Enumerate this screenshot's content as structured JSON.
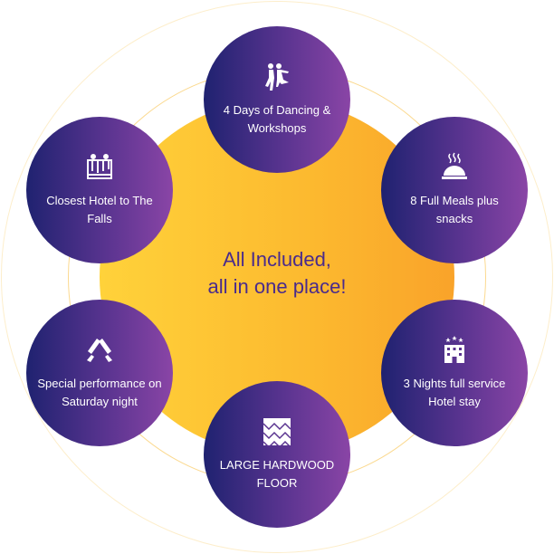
{
  "center": {
    "line1": "All Included,",
    "line2": "all in one place!"
  },
  "features": [
    {
      "icon": "dancing-couple-icon",
      "label": "4 Days of Dancing & Workshops"
    },
    {
      "icon": "waterfall-icon",
      "label": "Closest Hotel to The Falls"
    },
    {
      "icon": "food-cloche-icon",
      "label": "8 Full Meals plus snacks"
    },
    {
      "icon": "spotlight-icon",
      "label": "Special performance on Saturday night"
    },
    {
      "icon": "hotel-icon",
      "label": "3 Nights full service Hotel stay"
    },
    {
      "icon": "parquet-floor-icon",
      "label": "LARGE HARDWOOD FLOOR"
    }
  ],
  "colors": {
    "core": "#fcb92f",
    "node_start": "#1f2270",
    "node_end": "#8a45a6",
    "center_text": "#4a2b8c"
  }
}
